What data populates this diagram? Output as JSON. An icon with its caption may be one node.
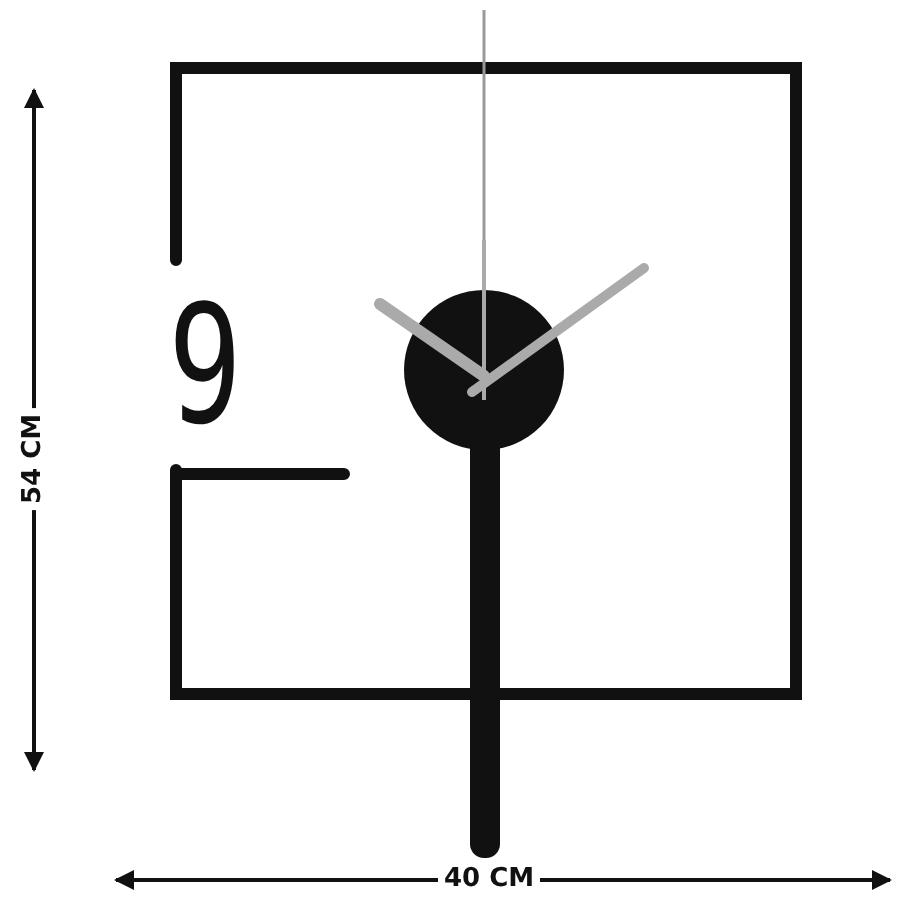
{
  "diagram": {
    "labels": [
      "9",
      "54 CM",
      "40 CM"
    ]
  }
}
